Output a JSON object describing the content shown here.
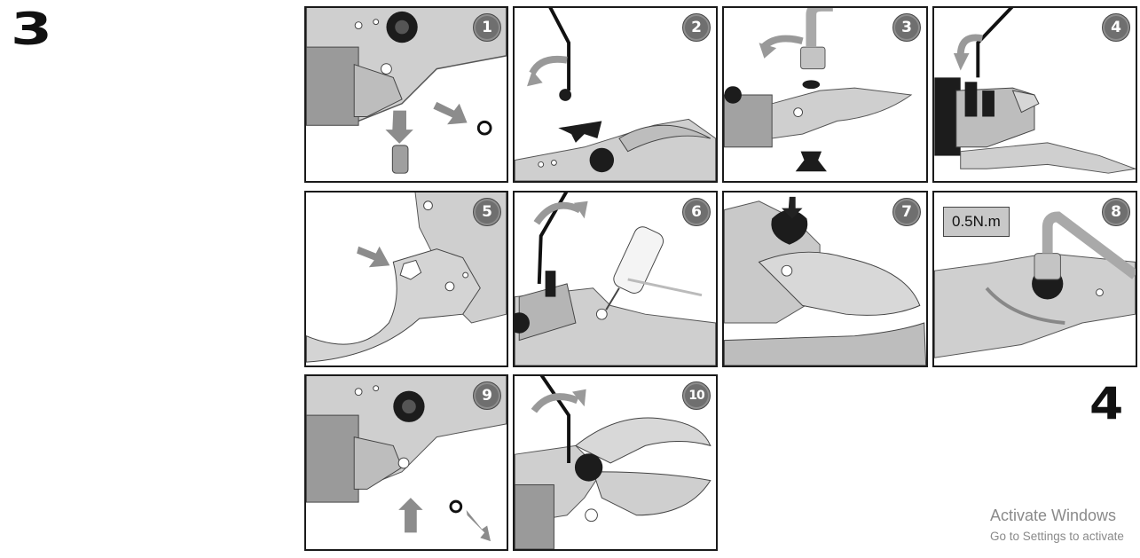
{
  "page_numbers": {
    "left": "3",
    "right": "4"
  },
  "steps": [
    {
      "number": "1"
    },
    {
      "number": "2"
    },
    {
      "number": "3"
    },
    {
      "number": "4"
    },
    {
      "number": "5"
    },
    {
      "number": "6"
    },
    {
      "number": "7"
    },
    {
      "number": "8",
      "label": "0.5N.m"
    },
    {
      "number": "9"
    },
    {
      "number": "10"
    }
  ],
  "watermark": {
    "title": "Activate Windows",
    "subtitle": "Go to Settings to activate"
  },
  "colors": {
    "metal": "#c9c9c9",
    "metal_dark": "#8f8f8f",
    "ink": "#111111",
    "arrow": "#8c8c8c"
  }
}
